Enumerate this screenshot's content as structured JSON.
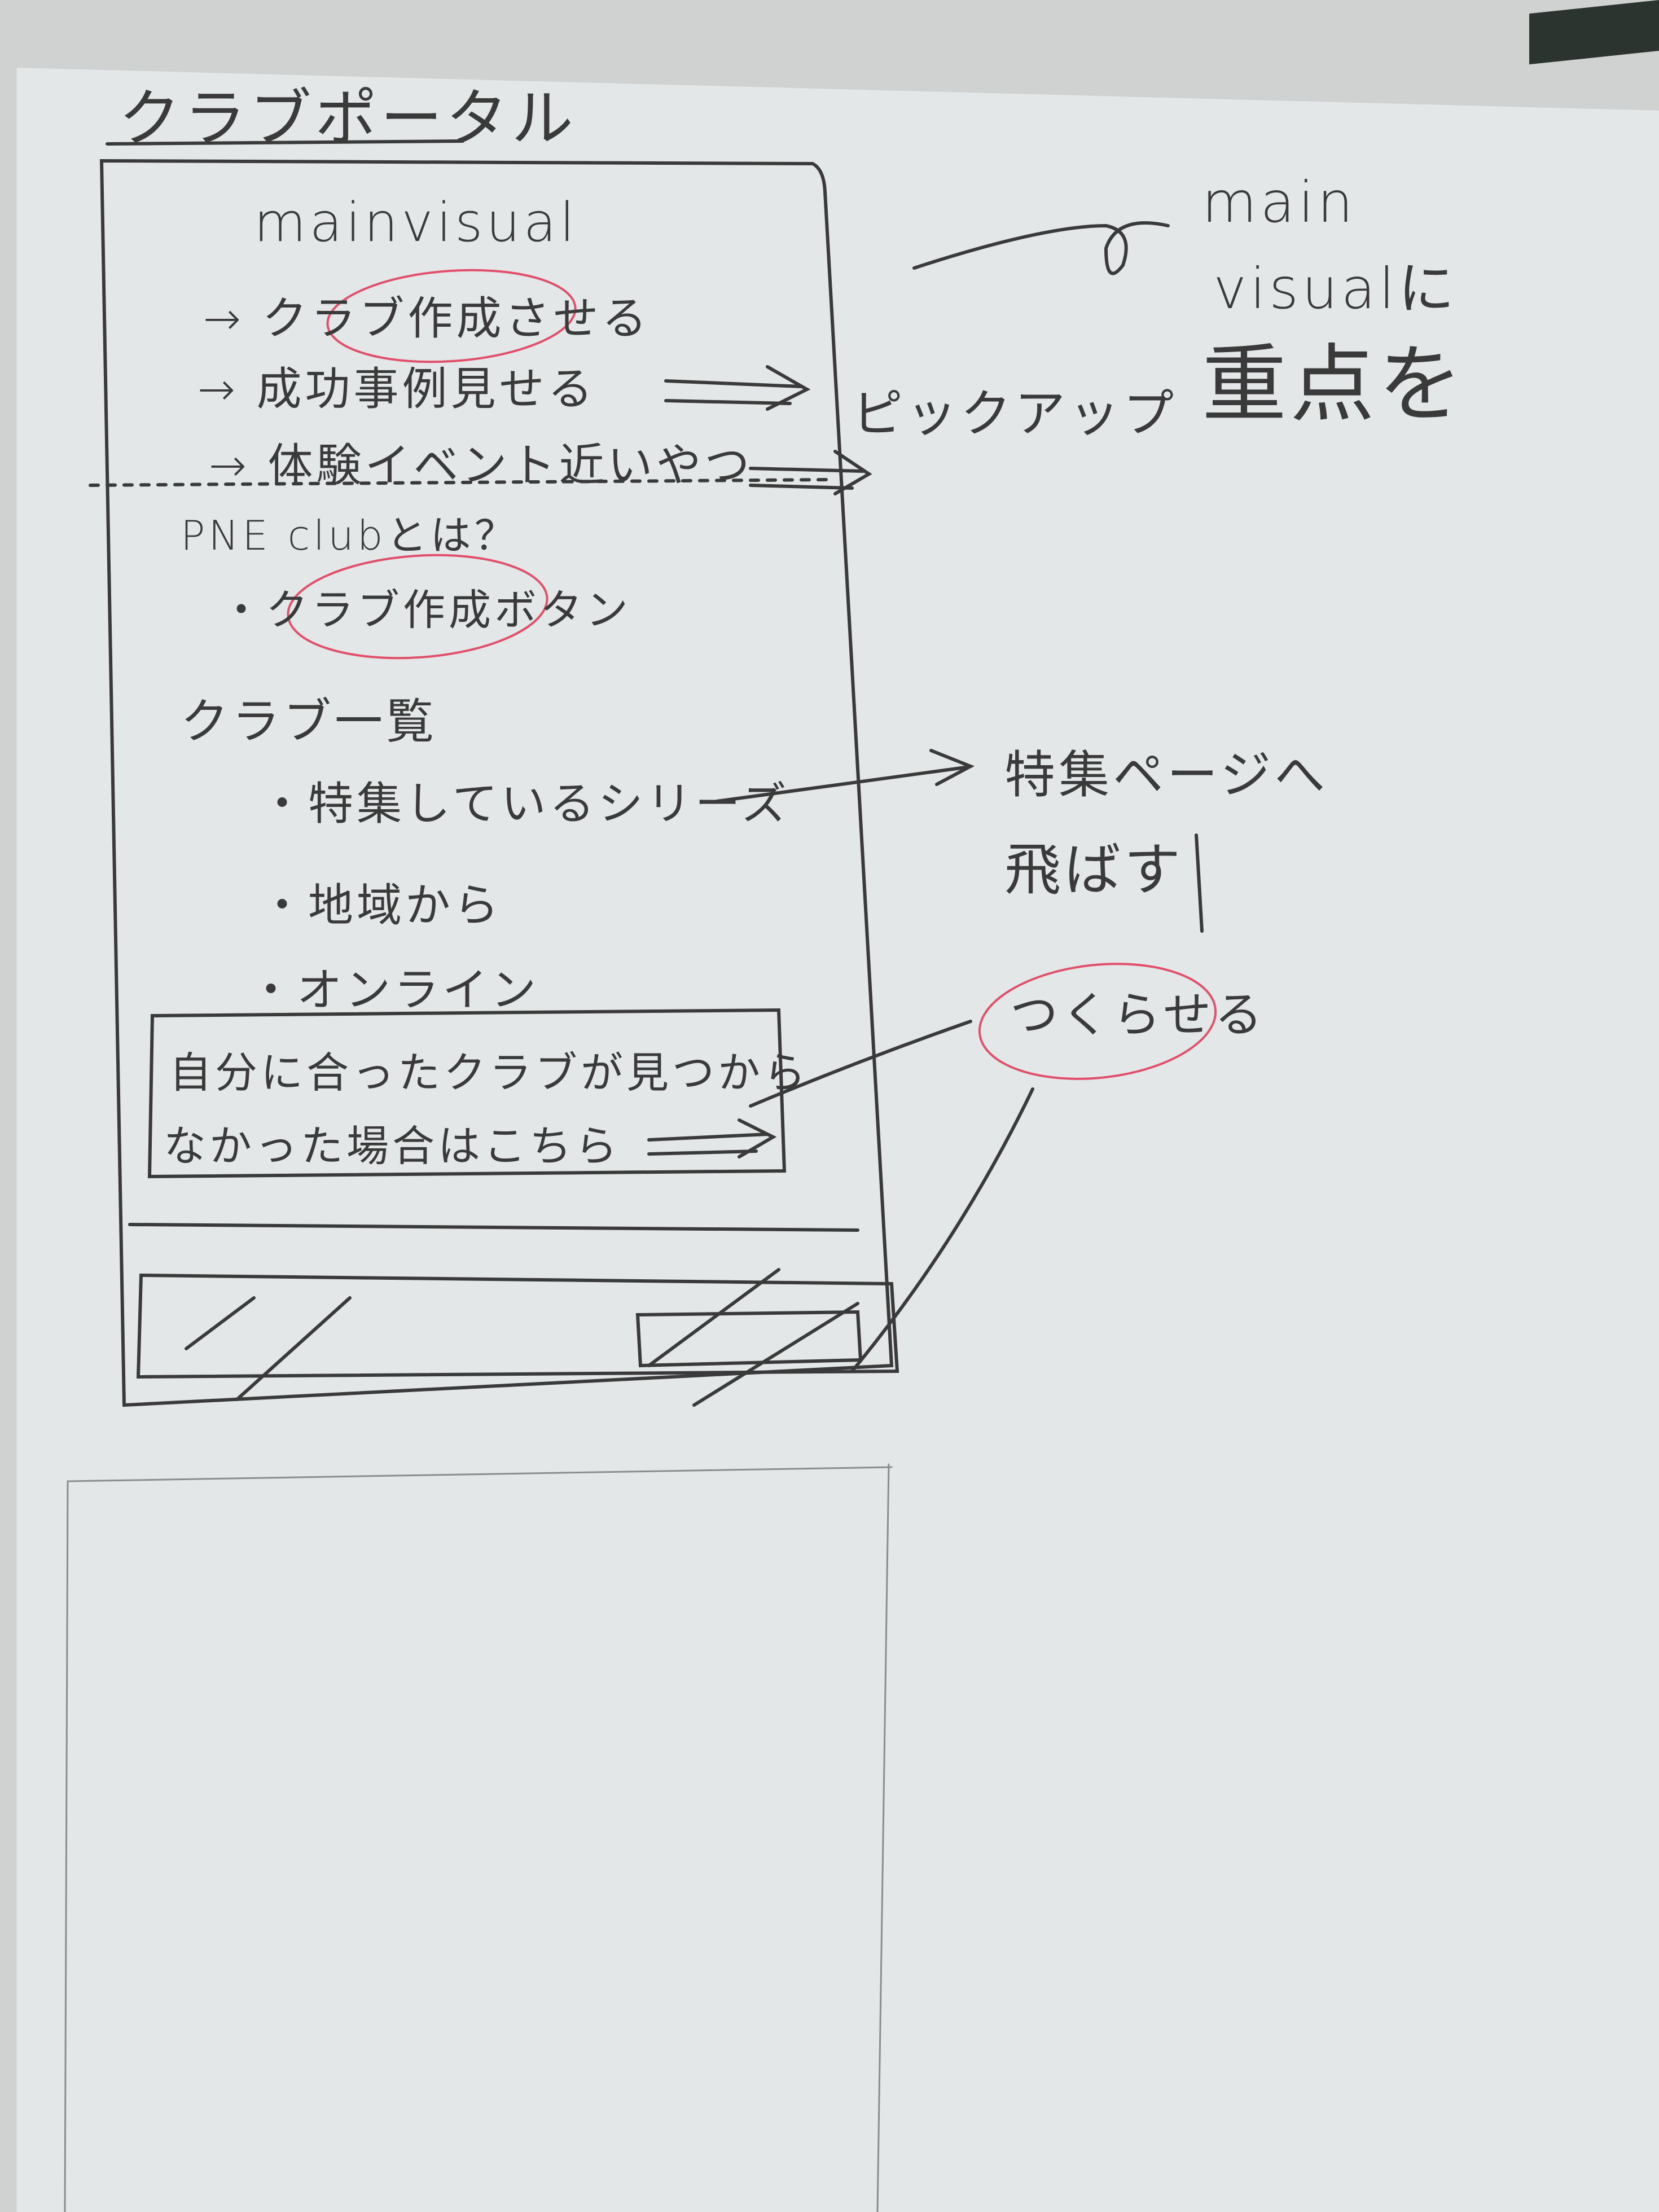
{
  "page": {
    "title": "クラブポータル"
  },
  "wireframe": {
    "main_visual_label": "mainvisual",
    "bullets": [
      "→ クラブ作成させる",
      "→ 成功事例見せる",
      "→ 体験イベント近いやつ"
    ],
    "about_heading": "PNE clubとは？",
    "about_item": "・クラブ作成ボタン",
    "list_heading": "クラブ一覧",
    "list_items": [
      "・特集しているシリーズ",
      "・地域から",
      "・オンライン"
    ],
    "cta_line1": "自分に合ったクラブが見つから",
    "cta_line2": "なかった場合はこちら"
  },
  "annotations": {
    "pickup": "ピックアップ",
    "main_visual_line1": "main",
    "main_visual_line2": "visualに",
    "main_visual_line3": "重点を",
    "feature_line1": "特集ページへ",
    "feature_line2": "飛ばす",
    "create": "つくらせる"
  },
  "colors": {
    "ink": "#3a3a3a",
    "highlight": "#e0506a",
    "paper": "#e4e7e8"
  }
}
